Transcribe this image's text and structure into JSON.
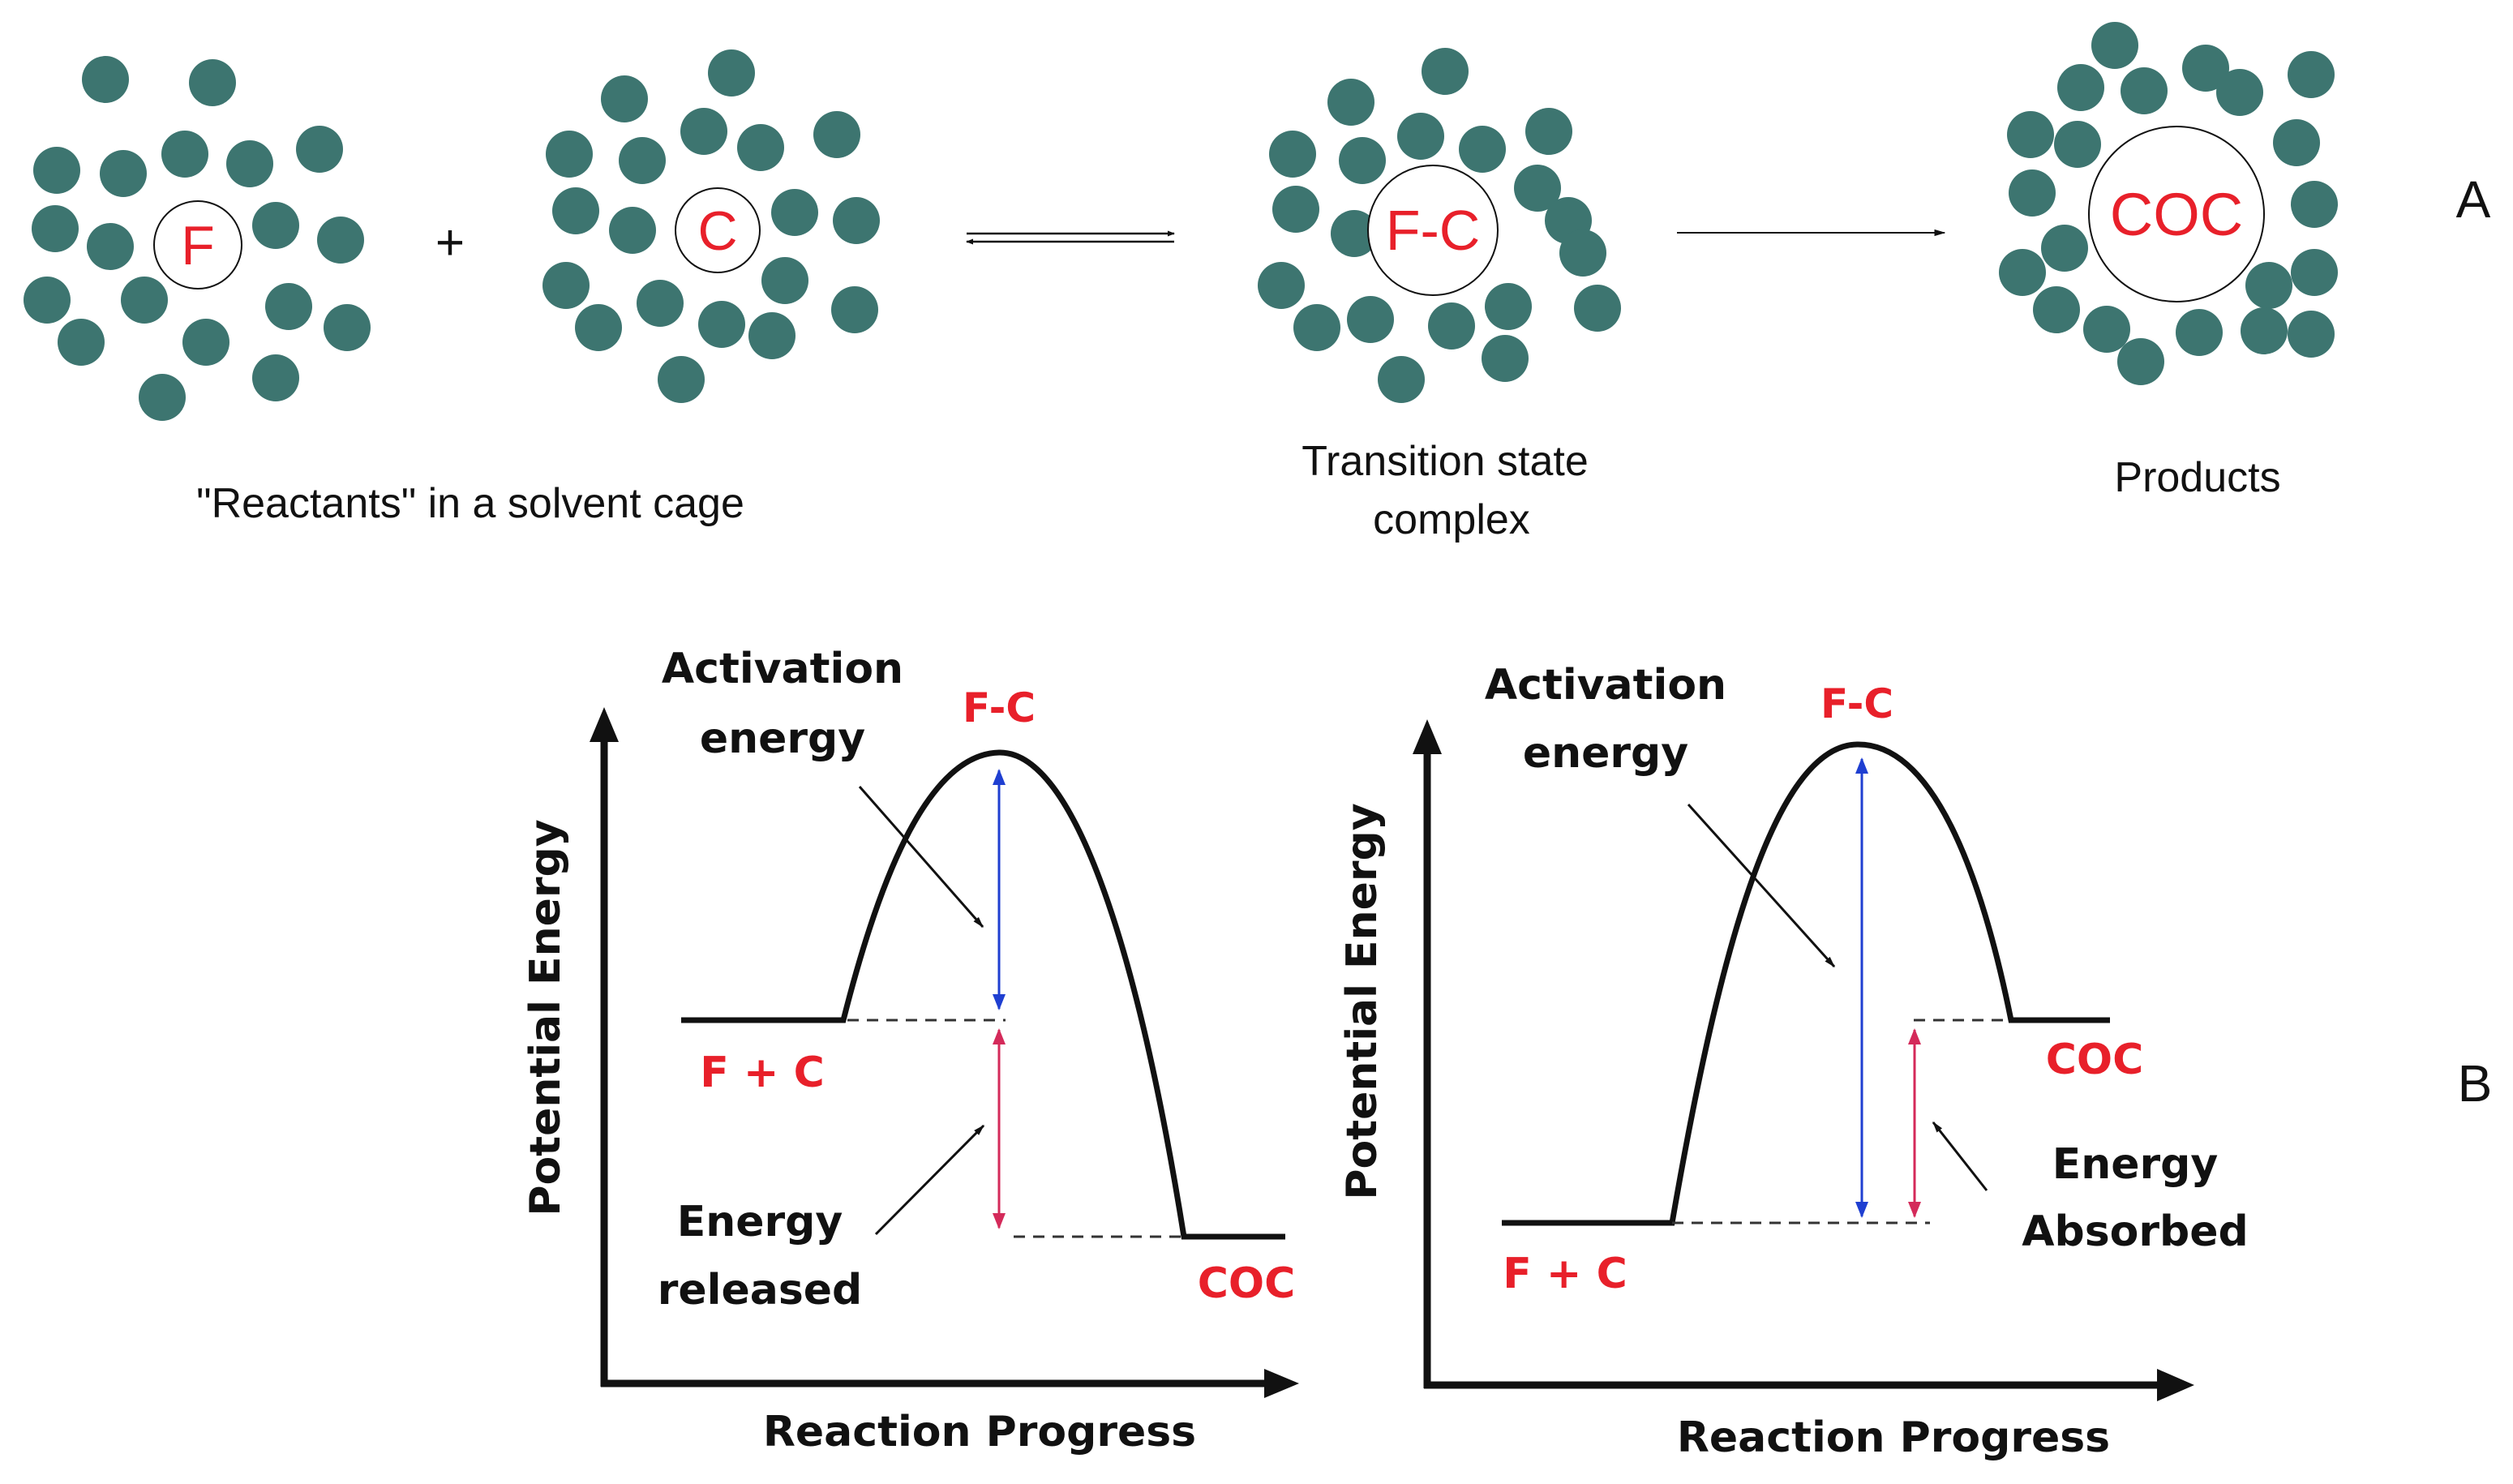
{
  "colors": {
    "solvent": "#3d7570",
    "species_text": "#e8202a",
    "activation_arrow": "#1f3fd1",
    "energy_arrow": "#d42a5a",
    "ink": "#111111"
  },
  "panel_a": {
    "label": "A",
    "plus": "+",
    "reactant_f": "F",
    "reactant_c": "C",
    "transition_species": "F-C",
    "product_species": "COC",
    "reactants_caption": "\"Reactants\" in a solvent cage",
    "transition_caption_line1": "Transition state",
    "transition_caption_line2": "complex",
    "products_caption": "Products"
  },
  "panel_b": {
    "label": "B",
    "left": {
      "y_axis_label": "Potential Energy",
      "x_axis_label": "Reaction Progress",
      "peak_label": "F-C",
      "reactant_label": "F + C",
      "product_label": "COC",
      "activation_line1": "Activation",
      "activation_line2": "energy",
      "energy_line1": "Energy",
      "energy_line2": "released"
    },
    "right": {
      "y_axis_label": "Potential Energy",
      "x_axis_label": "Reaction Progress",
      "peak_label": "F-C",
      "reactant_label": "F + C",
      "product_label": "COC",
      "activation_line1": "Activation",
      "activation_line2": "energy",
      "energy_line1": "Energy",
      "energy_line2": "Absorbed"
    }
  }
}
